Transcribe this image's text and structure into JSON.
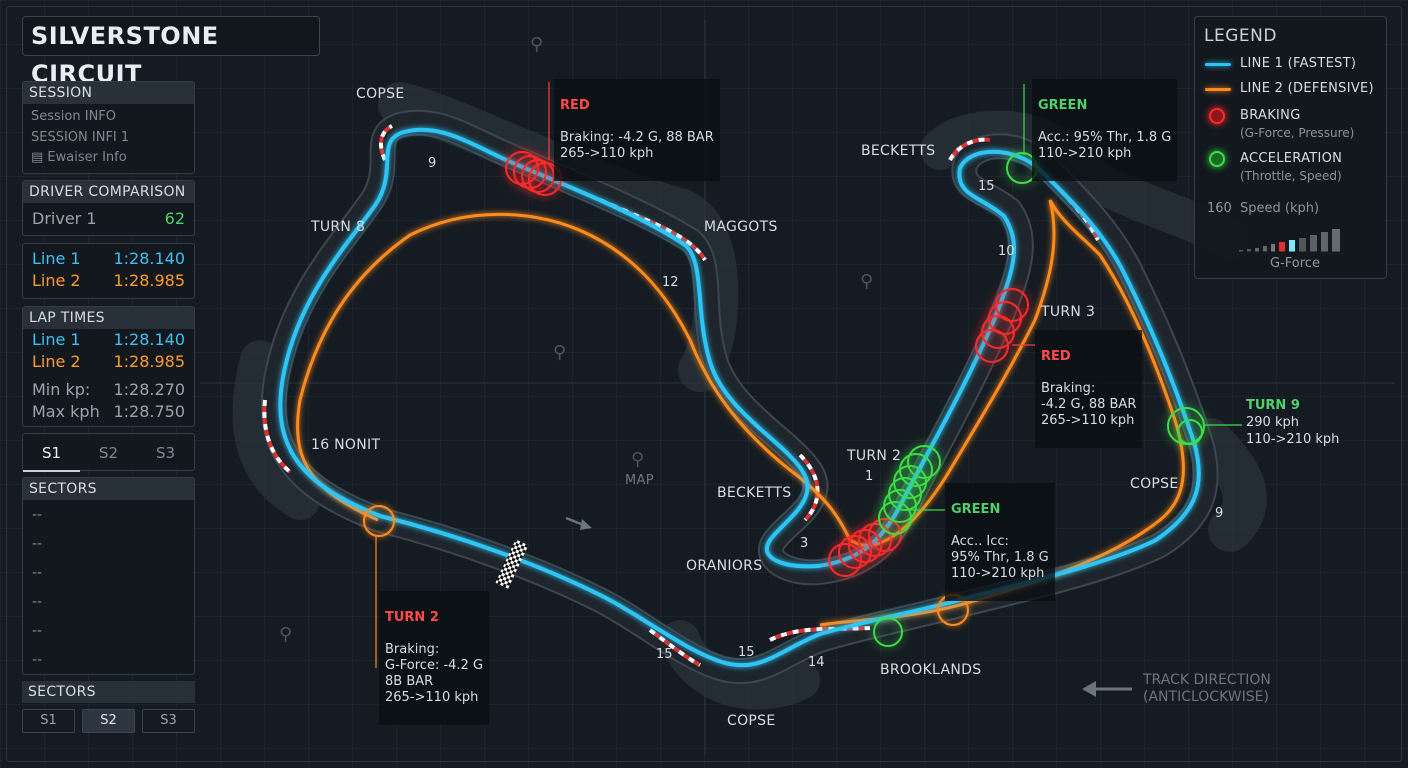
{
  "title": "SILVERSTONE CIRCUIT",
  "session": {
    "header": "SESSION",
    "rows": [
      "Session INFO",
      "SESSION INFI 1",
      "Ewaiser Info"
    ]
  },
  "driver_comparison": {
    "header": "DRIVER COMPARISON",
    "driver_label": "Driver 1",
    "driver_value": "62",
    "line1_label": "Line 1",
    "line1_time": "1:28.140",
    "line2_label": "Line 2",
    "line2_time": "1:28.985"
  },
  "lap_times": {
    "header": "LAP TIMES",
    "rows": [
      {
        "label": "Line 1",
        "value": "1:28.140"
      },
      {
        "label": "Line 2",
        "value": "1:28.985"
      },
      {
        "label": "Min kp:",
        "value": "1:28.270"
      },
      {
        "label": "Max kph",
        "value": "1:28.750"
      }
    ]
  },
  "sector_tabs": [
    "S1",
    "S2",
    "S3"
  ],
  "sectors_list": {
    "header": "SECTORS",
    "rows": [
      "--",
      "--",
      "--",
      "--",
      "--",
      "--"
    ]
  },
  "sectors_buttons": {
    "header": "SECTORS",
    "buttons": [
      "S1",
      "S2",
      "S3"
    ]
  },
  "legend": {
    "title": "LEGEND",
    "line1": "LINE 1 (FASTEST)",
    "line2": "LINE 2 (DEFENSIVE)",
    "braking": "BRAKING",
    "braking_sub": "(G-Force, Pressure)",
    "accel": "ACCELERATION",
    "accel_sub": "(Throttle, Speed)",
    "speed_value": "160",
    "speed_label": "Speed (kph)",
    "gforce_label": "G-Force"
  },
  "colors": {
    "line1": "#2ec5f5",
    "line2": "#ff8c1a",
    "braking": "#ff2a2a",
    "acceleration": "#3ddc4a"
  },
  "annotations": {
    "red_top": {
      "head": "RED",
      "body": "Braking: -4.2 G, 88 BAR\n265->110 kph"
    },
    "green_top": {
      "head": "GREEN",
      "body": "Acc.: 95% Thr, 1.8 G\n110->210 kph"
    },
    "red_right": {
      "head": "RED",
      "body": "Braking:\n-4.2 G, 88 BAR\n265->110 kph"
    },
    "green_mid": {
      "head": "GREEN",
      "body": "Acc.. Icc:\n95% Thr, 1.8 G\n110->210 kph"
    },
    "turn2_bottom": {
      "head": "TURN 2",
      "body": "Braking:\nG-Force: -4.2 G\n8B BAR\n265->110 kph"
    },
    "turn9": {
      "head": "TURN 9",
      "body": "290 kph\n110->210 kph"
    }
  },
  "track_labels": {
    "copse_top": "COPSE",
    "turn8": "TURN 8",
    "maggots": "MAGGOTS",
    "becketts_top": "BECKETTS",
    "turn3": "TURN 3",
    "nonit": "16 NONIT",
    "turn2": "TURN 2",
    "becketts_mid": "BECKETTS",
    "oraniors": "ORANIORS",
    "copse_right": "COPSE",
    "brooklands": "BROOKLANDS",
    "copse_bottom": "COPSE",
    "map": "MAP"
  },
  "turn_numbers": {
    "n9_top": "9",
    "n12": "12",
    "n15_top": "15",
    "n10": "10",
    "n1": "1",
    "n3": "3",
    "n9_right": "9",
    "n15_a": "15",
    "n15_b": "15",
    "n14": "14"
  },
  "track_direction": "TRACK DIRECTION\n(ANTICLOCKWISE)"
}
